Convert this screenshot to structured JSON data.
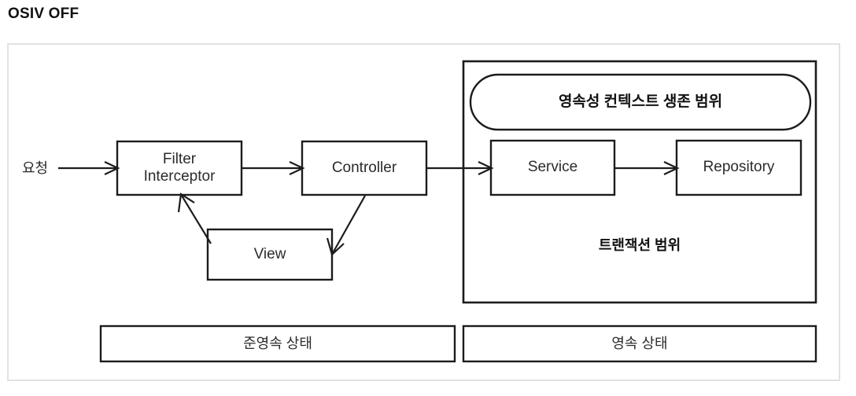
{
  "page": {
    "title": "OSIV OFF",
    "background_color": "#ffffff",
    "frame_border_color": "#e2e2e4",
    "stroke_color": "#1c1c1c",
    "text_color": "#2b2b2b"
  },
  "diagram": {
    "type": "flow-diagram",
    "entry_label": "요청",
    "nodes": [
      {
        "id": "filter-interceptor",
        "label": "Filter\nInterceptor",
        "shape": "rect"
      },
      {
        "id": "controller",
        "label": "Controller",
        "shape": "rect"
      },
      {
        "id": "view",
        "label": "View",
        "shape": "rect"
      },
      {
        "id": "service",
        "label": "Service",
        "shape": "rect"
      },
      {
        "id": "repository",
        "label": "Repository",
        "shape": "rect"
      }
    ],
    "regions": [
      {
        "id": "transaction-scope",
        "label": "트랜잭션 범위",
        "shape": "rect"
      },
      {
        "id": "persistence-context-scope",
        "label": "영속성 컨텍스트 생존 범위",
        "shape": "stadium"
      }
    ],
    "edges": [
      {
        "from": "요청",
        "to": "filter-interceptor",
        "arrow": true
      },
      {
        "from": "filter-interceptor",
        "to": "controller",
        "arrow": true
      },
      {
        "from": "controller",
        "to": "service",
        "arrow": true
      },
      {
        "from": "service",
        "to": "repository",
        "arrow": true
      },
      {
        "from": "controller",
        "to": "view",
        "arrow": true
      },
      {
        "from": "view",
        "to": "filter-interceptor",
        "arrow": true
      }
    ],
    "state_bars": [
      {
        "id": "detached-state",
        "label": "준영속 상태"
      },
      {
        "id": "managed-state",
        "label": "영속 상태"
      }
    ]
  }
}
